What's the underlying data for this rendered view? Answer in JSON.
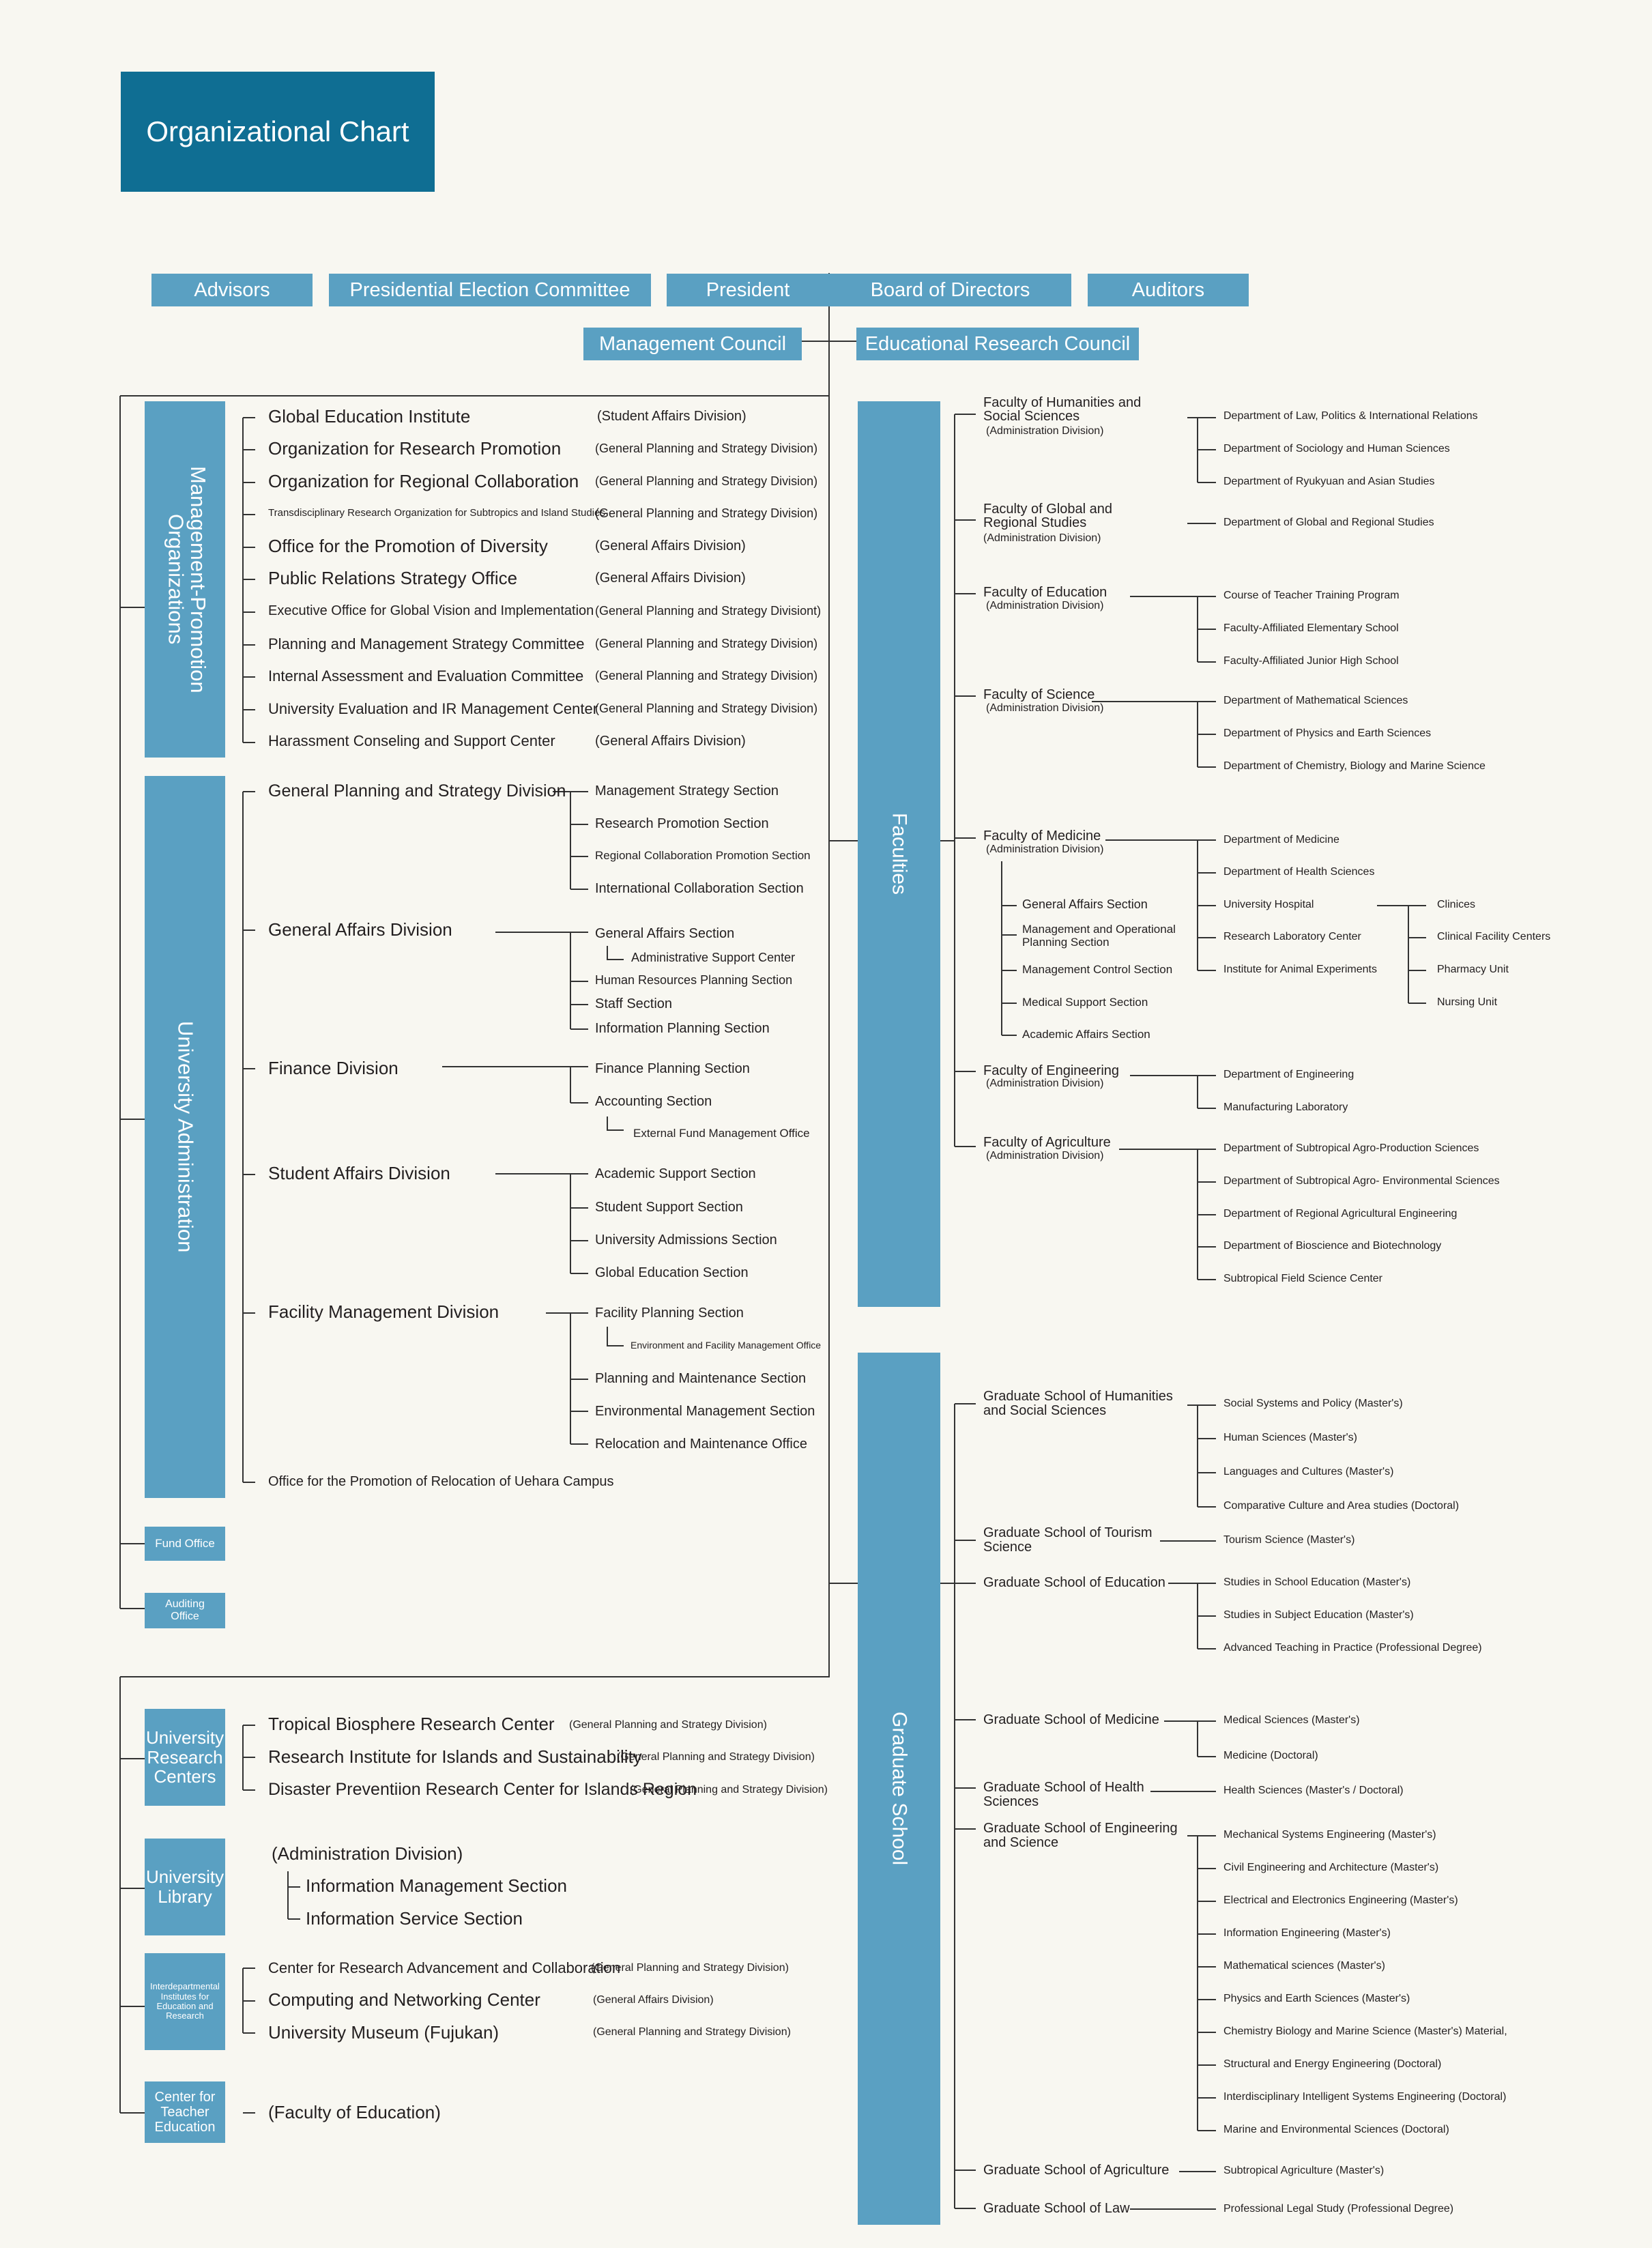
{
  "title": "Organizational Chart",
  "top": {
    "advisors": "Advisors",
    "election": "Presidential Election Committee",
    "president": "President",
    "board": "Board of Directors",
    "auditors": "Auditors",
    "management_council": "Management Council",
    "edu_council": "Educational Research Council"
  },
  "left_groups": {
    "mpo": "Management-Promotion Organizations",
    "ua": "University Administration",
    "fund": "Fund Office",
    "audit": "Auditing Office",
    "urc": "University Research Centers",
    "lib": "University Library",
    "inter": "Interdepartmental Institutes for Education and Research",
    "cte": "Center for Teacher Education"
  },
  "mpo_items": [
    {
      "name": "Global Education Institute",
      "div": "(Student Affairs Division)"
    },
    {
      "name": "Organization for Research Promotion",
      "div": "(General Planning and Strategy Division)"
    },
    {
      "name": "Organization for Regional Collaboration",
      "div": "(General Planning and Strategy Division)"
    },
    {
      "name": "Transdisciplinary Research Organization for Subtropics and Island Studies",
      "div": "(General Planning and Strategy Division)"
    },
    {
      "name": "Office for the Promotion of Diversity",
      "div": "(General Affairs Division)"
    },
    {
      "name": "Public Relations Strategy Office",
      "div": "(General Affairs Division)"
    },
    {
      "name": "Executive Office for Global Vision and Implementation",
      "div": "(General Planning and Strategy Divisiont)"
    },
    {
      "name": "Planning and Management Strategy Committee",
      "div": "(General Planning and Strategy Division)"
    },
    {
      "name": "Internal Assessment and Evaluation Committee",
      "div": "(General Planning and Strategy Division)"
    },
    {
      "name": "University Evaluation and IR Management Center",
      "div": "(General Planning and Strategy Division)"
    },
    {
      "name": "Harassment Conseling and Support Center",
      "div": "(General Affairs Division)"
    }
  ],
  "ua_divisions": [
    {
      "name": "General Planning and Strategy Division",
      "sections": [
        "Management Strategy Section",
        "Research Promotion Section",
        "Regional Collaboration Promotion Section",
        "International Collaboration Section"
      ]
    },
    {
      "name": "General Affairs Division",
      "sections": [
        "General Affairs Section",
        "Administrative Support Center",
        "Human Resources Planning Section",
        "Staff Section",
        "Information Planning Section"
      ]
    },
    {
      "name": "Finance Division",
      "sections": [
        "Finance Planning Section",
        "Accounting Section",
        "External Fund Management Office"
      ]
    },
    {
      "name": "Student Affairs Division",
      "sections": [
        "Academic Support Section",
        "Student Support Section",
        "University Admissions Section",
        "Global Education Section"
      ]
    },
    {
      "name": "Facility Management Division",
      "sections": [
        "Facility Planning Section",
        "Environment and Facility Management Office",
        "Planning and Maintenance Section",
        "Environmental  Management  Section",
        "Relocation and Maintenance Office"
      ]
    }
  ],
  "uehara": "Office for the Promotion of Relocation of Uehara Campus",
  "urc_items": [
    {
      "name": "Tropical Biosphere Research Center",
      "div": "(General Planning and Strategy Division)"
    },
    {
      "name": "Research Institute for Islands and Sustainability",
      "div": "(General Planning and Strategy Division)"
    },
    {
      "name": "Disaster Preventiion Research Center for Islands Region",
      "div": "(General Planning and Strategy Division)"
    }
  ],
  "lib_items": [
    "(Administration Division)",
    "Information Management Section",
    "Information Service Section"
  ],
  "inter_items": [
    {
      "name": "Center for Research Advancement and Collaboration",
      "div": "(General Planning and Strategy Division)"
    },
    {
      "name": "Computing and Networking Center",
      "div": "(General Affairs Division)"
    },
    {
      "name": "University Museum (Fujukan)",
      "div": "(General Planning and Strategy Division)"
    }
  ],
  "cte_item": "(Faculty of Education)",
  "faculties_label": "Faculties",
  "graduate_label": "Graduate School",
  "admin_div": "(Administration Division)",
  "faculties": [
    {
      "name": "Faculty of Humanities and Social Sciences",
      "depts": [
        "Department of Law, Politics & International Relations",
        "Department of Sociology and Human Sciences",
        "Department of Ryukyuan and Asian Studies"
      ]
    },
    {
      "name": "Faculty of Global and Regional Studies",
      "depts": [
        "Department of Global and Regional Studies"
      ]
    },
    {
      "name": "Faculty of Education",
      "depts": [
        "Course of Teacher Training Program",
        "Faculty-Affiliated Elementary School",
        "Faculty-Affiliated Junior High School"
      ]
    },
    {
      "name": "Faculty of Science",
      "depts": [
        "Department of Mathematical Sciences",
        "Department of Physics and Earth Sciences",
        "Department of Chemistry, Biology and Marine Science"
      ]
    },
    {
      "name": "Faculty of Medicine",
      "depts": [
        "Department of Medicine",
        "Department of Health Sciences",
        "University Hospital",
        "Research Laboratory Center",
        "Institute for Animal Experiments"
      ]
    },
    {
      "name": "Faculty of Engineering",
      "depts": [
        "Department of Engineering",
        "Manufacturing Laboratory"
      ]
    },
    {
      "name": "Faculty of Agriculture",
      "depts": [
        "Department of Subtropical Agro-Production Sciences",
        "Department of Subtropical Agro- Environmental Sciences",
        "Department of Regional Agricultural Engineering",
        "Department of  Bioscience and Biotechnology",
        "Subtropical Field Science Center"
      ]
    }
  ],
  "med_sections": [
    "General Affairs Section",
    "Management and Operational Planning Section",
    "Management Control Section",
    "Medical Support Section",
    "Academic Affairs Section"
  ],
  "hospital_units": [
    "Clinices",
    "Clinical Facility Centers",
    "Pharmacy Unit",
    "Nursing Unit"
  ],
  "graduate_schools": [
    {
      "name": "Graduate School of Humanities and Social Sciences",
      "progs": [
        "Social Systems and Policy (Master's)",
        "Human Sciences (Master's)",
        "Languages and Cultures (Master's)",
        "Comparative Culture and Area studies (Doctoral)"
      ]
    },
    {
      "name": "Graduate School of Tourism Science",
      "progs": [
        "Tourism Science (Master's)"
      ]
    },
    {
      "name": "Graduate School of Education",
      "progs": [
        "Studies in School Education (Master's)",
        "Studies in Subject Education (Master's)",
        "Advanced Teaching in Practice (Professional Degree)"
      ]
    },
    {
      "name": "Graduate School of Medicine",
      "progs": [
        "Medical Sciences (Master's)",
        "Medicine (Doctoral)"
      ]
    },
    {
      "name": "Graduate School of Health Sciences",
      "progs": [
        "Health Sciences (Master's / Doctoral)"
      ]
    },
    {
      "name": "Graduate School of Engineering and Science",
      "progs": [
        "Mechanical Systems Engineering (Master's)",
        "Civil Engineering and Architecture (Master's)",
        "Electrical and Electronics Engineering (Master's)",
        "Information Engineering (Master's)",
        "Mathematical sciences (Master's)",
        "Physics and Earth Sciences (Master's)",
        "Chemistry Biology and Marine Science (Master's) Material,",
        "Structural and Energy Engineering (Doctoral)",
        "Interdisciplinary Intelligent Systems Engineering (Doctoral)",
        "Marine and Environmental Sciences (Doctoral)"
      ]
    },
    {
      "name": "Graduate School of Agriculture",
      "progs": [
        "Subtropical Agriculture (Master's)"
      ]
    },
    {
      "name": "Graduate School of Law",
      "progs": [
        "Professional Legal Study (Professional Degree)"
      ]
    }
  ]
}
